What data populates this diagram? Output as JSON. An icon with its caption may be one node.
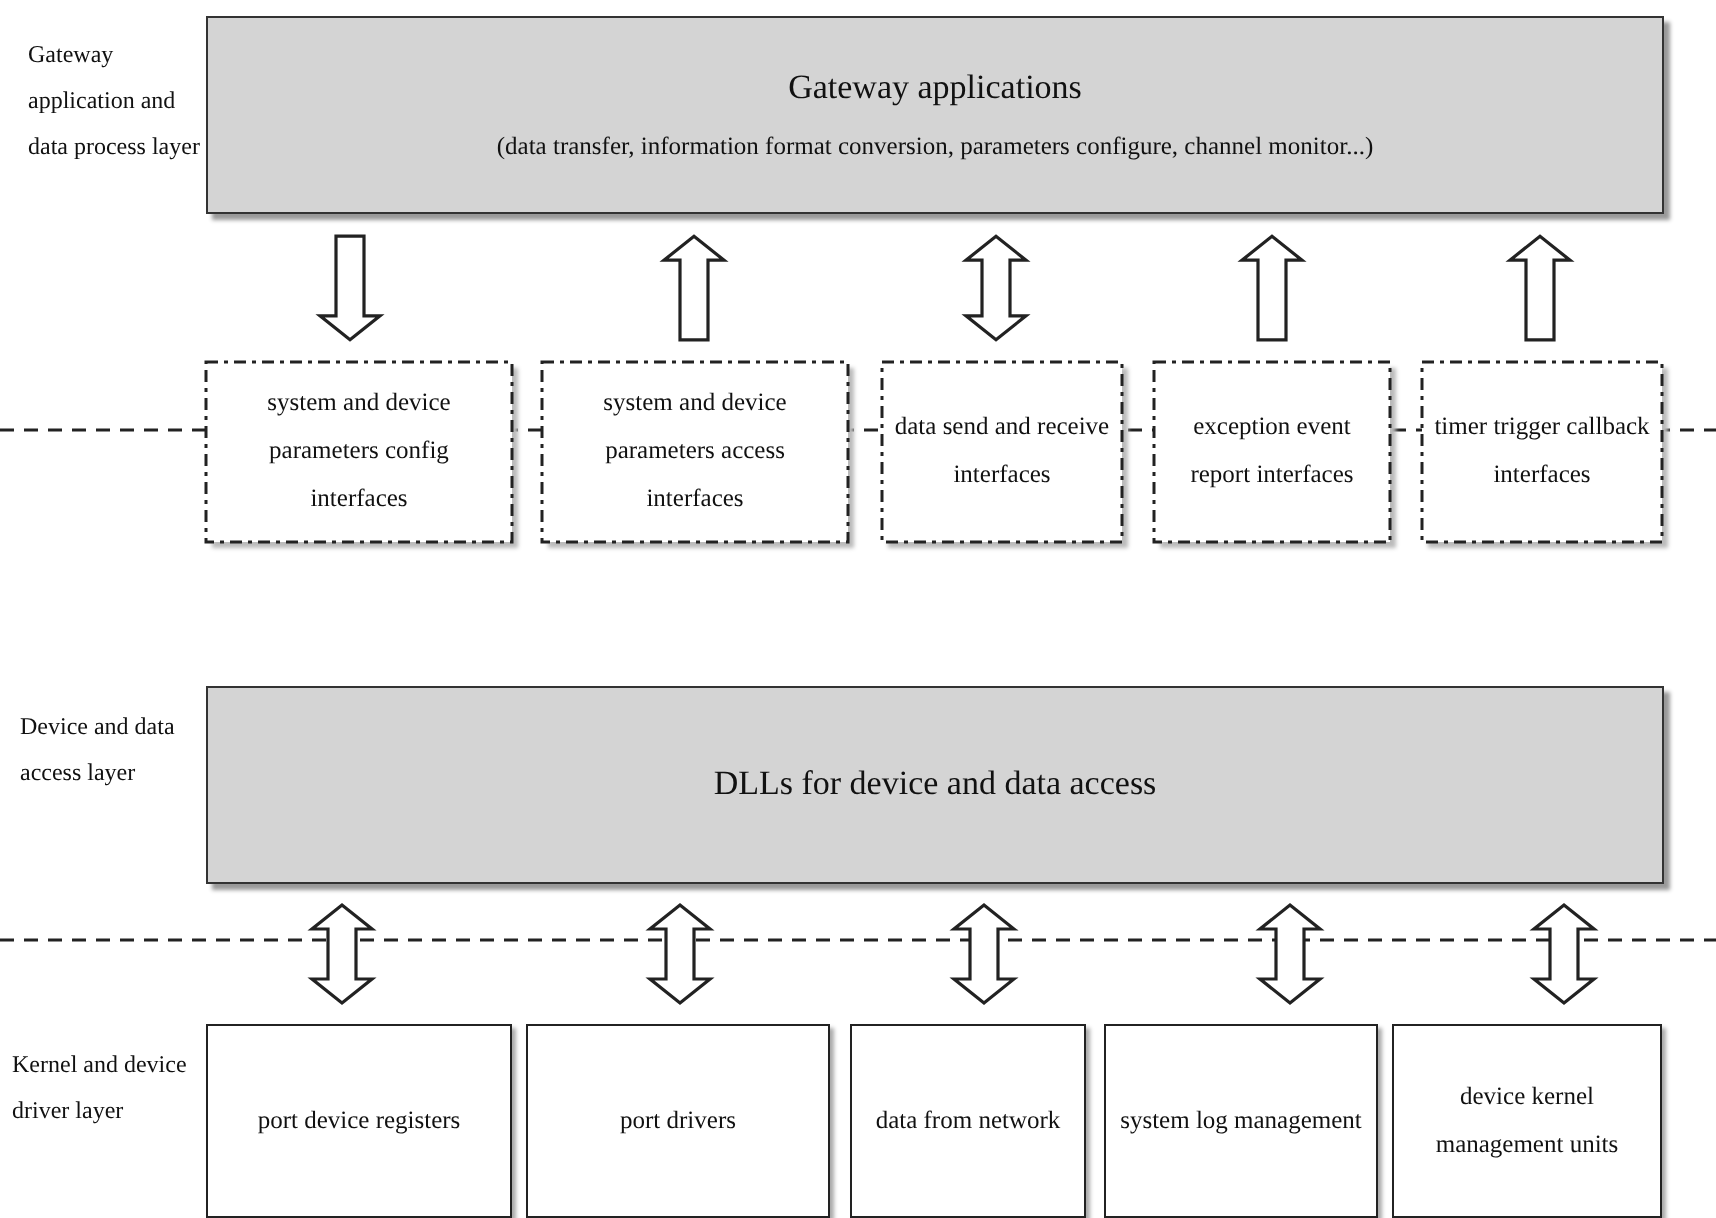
{
  "diagram": {
    "nodes": [
      {
        "text": [
          "Gateway applications",
          "(data transfer, information format conversion, parameters configure, channel monitor...)"
        ]
      },
      {
        "text": [
          "system and device parameters config interfaces"
        ]
      },
      {
        "text": [
          "system and device parameters access interfaces"
        ]
      },
      {
        "text": [
          "data send and receive interfaces"
        ]
      },
      {
        "text": [
          "exception event report interfaces"
        ]
      },
      {
        "text": [
          "timer trigger callback interfaces"
        ]
      },
      {
        "text": [
          "DLLs for device and data access"
        ]
      },
      {
        "text": [
          "port device registers"
        ]
      },
      {
        "text": [
          "port drivers"
        ]
      },
      {
        "text": [
          "data from network"
        ]
      },
      {
        "text": [
          "system log management"
        ]
      },
      {
        "text": [
          "device kernel management units"
        ]
      }
    ],
    "edges": [
      {
        "from": 0,
        "to": 1,
        "arrow": "to"
      },
      {
        "from": 2,
        "to": 0,
        "arrow": "to"
      },
      {
        "from": 0,
        "to": 3,
        "arrow": "both"
      },
      {
        "from": 4,
        "to": 0,
        "arrow": "to"
      },
      {
        "from": 5,
        "to": 0,
        "arrow": "to"
      },
      {
        "from": 6,
        "to": 7,
        "arrow": "both"
      },
      {
        "from": 6,
        "to": 8,
        "arrow": "both"
      },
      {
        "from": 6,
        "to": 9,
        "arrow": "both"
      },
      {
        "from": 6,
        "to": 10,
        "arrow": "both"
      },
      {
        "from": 6,
        "to": 11,
        "arrow": "both"
      }
    ],
    "labels": [
      "Gateway application and data process layer",
      "Device and data access layer",
      "Kernel and device driver layer"
    ]
  }
}
